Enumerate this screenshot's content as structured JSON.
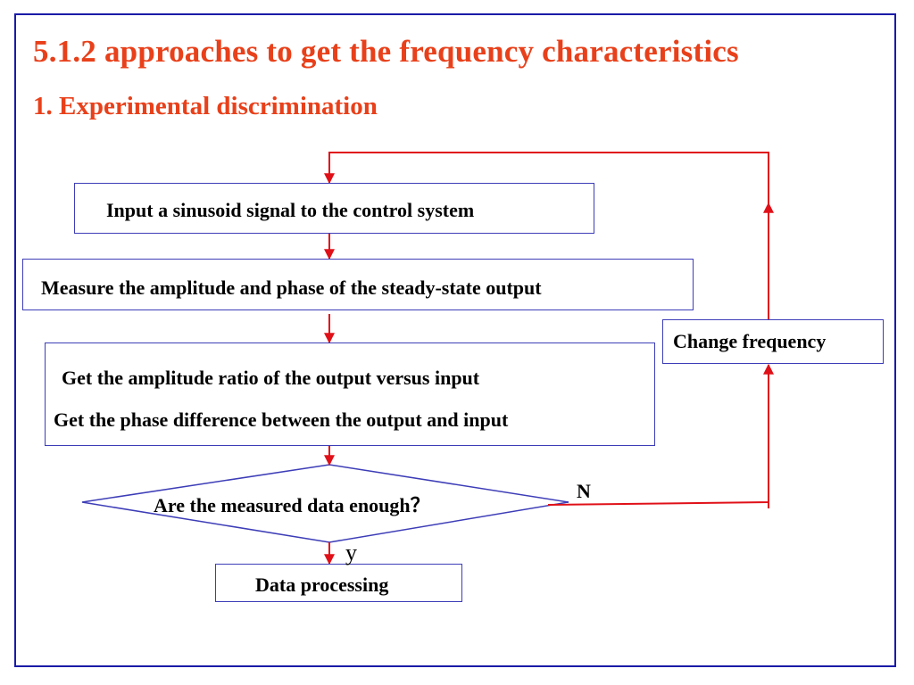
{
  "slide": {
    "title": "5.1.2  approaches to get the frequency characteristics",
    "subtitle": "1.  Experimental discrimination"
  },
  "flowchart": {
    "step_input": "Input a sinusoid signal to the control system",
    "step_measure": "Measure the amplitude and phase of the steady-state output",
    "step_ratio": "Get the amplitude ratio of the output versus input",
    "step_phase": "Get the phase difference between the output and input",
    "decision": "Are the measured data enough？",
    "label_no": "N",
    "label_yes": "y",
    "step_change": "Change frequency",
    "step_data": "Data processing"
  },
  "colors": {
    "heading": "#e8401a",
    "box_border": "#3d3db8",
    "arrow": "#e01018",
    "frame": "#1a1aa8"
  }
}
